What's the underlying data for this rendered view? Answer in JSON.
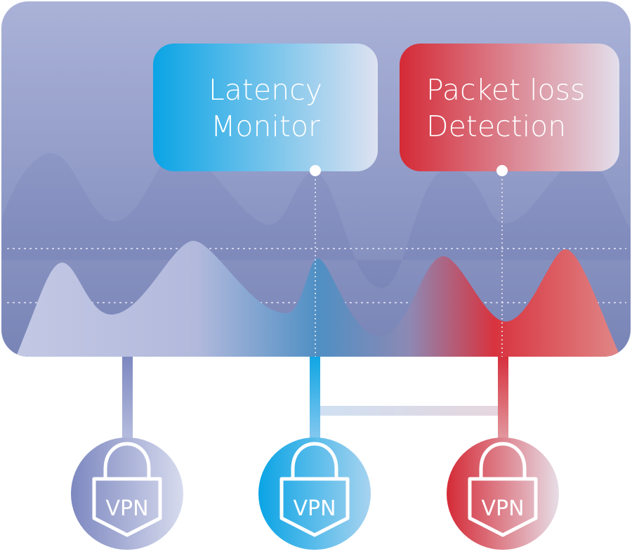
{
  "callouts": [
    {
      "id": "latency-monitor",
      "lines": [
        "Latency",
        "Monitor"
      ],
      "color": "#11a6e3"
    },
    {
      "id": "packet-loss-detection",
      "lines": [
        "Packet loss",
        "Detection"
      ],
      "color": "#d6303d"
    }
  ],
  "vpn_nodes": [
    {
      "label": "VPN",
      "color": "#8590c2"
    },
    {
      "label": "VPN",
      "color": "#11a6e3"
    },
    {
      "label": "VPN",
      "color": "#d6303d"
    }
  ],
  "colors": {
    "panel_top": "#a6afd6",
    "panel_bottom": "#6f7cb2",
    "accent_blue": "#11a6e3",
    "accent_red": "#d6303d",
    "neutral_lavender": "#8590c2"
  }
}
